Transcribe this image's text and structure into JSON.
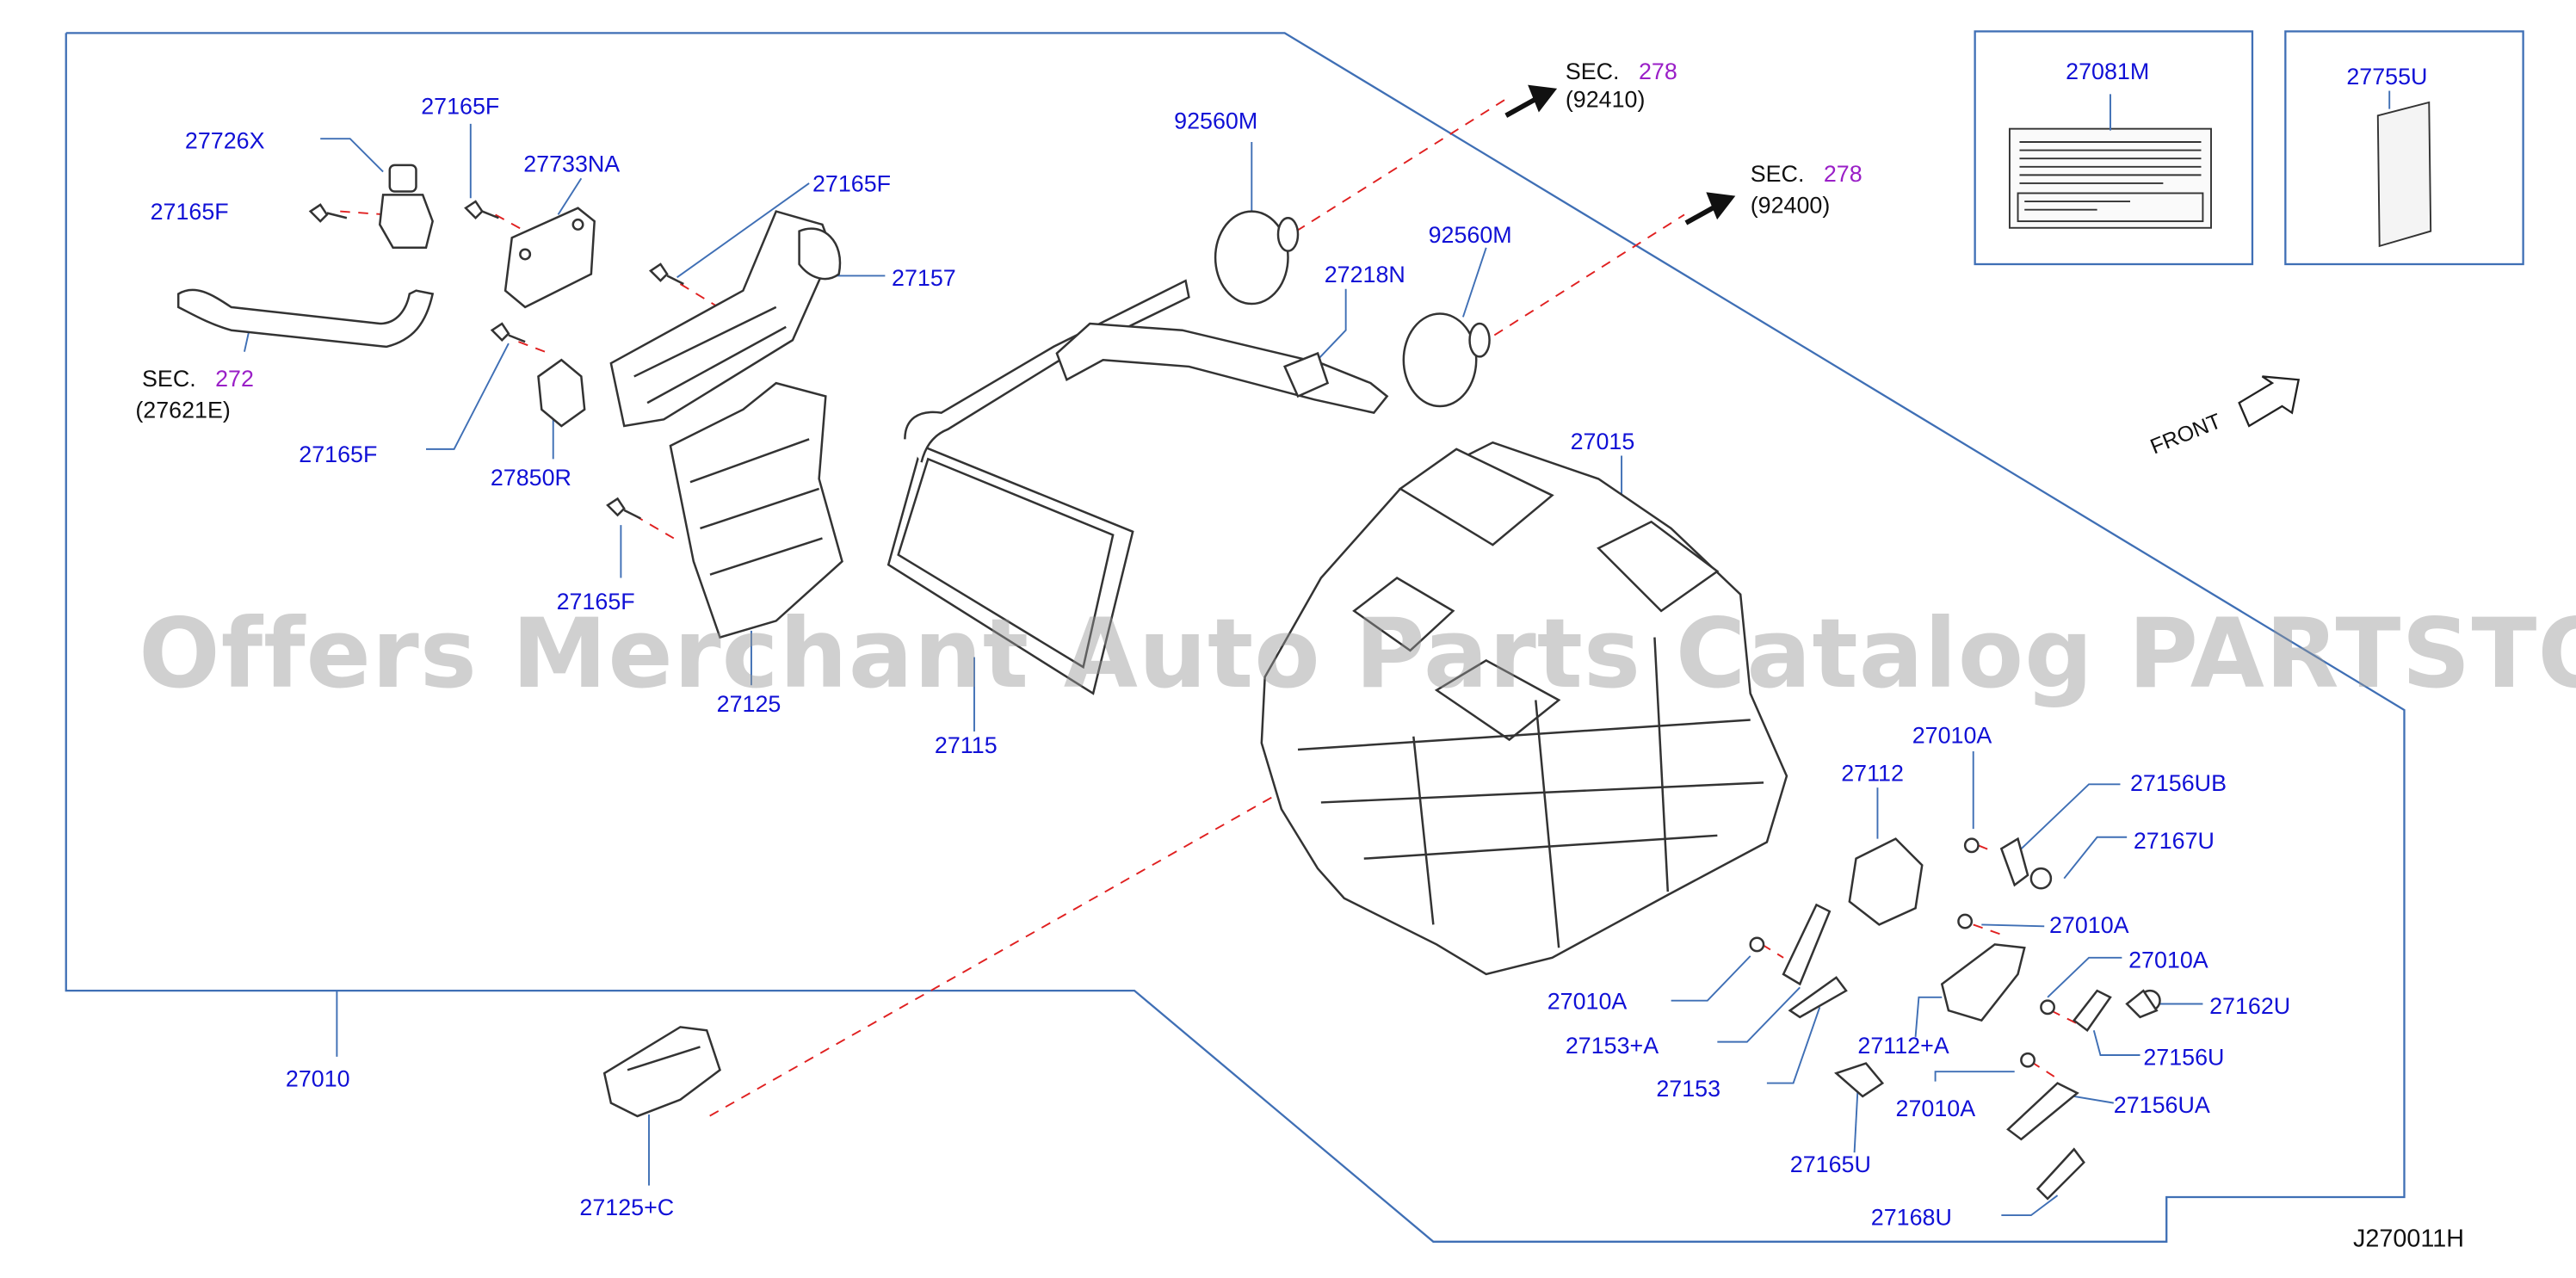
{
  "watermark": "Offers Merchant Auto Parts Catalog PARTSTORE.SA",
  "diagram_code": "J270011H",
  "front_label": "FRONT",
  "sec_refs": [
    {
      "word": "SEC.",
      "num": "278",
      "code": "(92410)"
    },
    {
      "word": "SEC.",
      "num": "278",
      "code": "(92400)"
    },
    {
      "word": "SEC.",
      "num": "272",
      "code": "(27621E)"
    }
  ],
  "parts": [
    {
      "label": "27726X"
    },
    {
      "label": "27165F"
    },
    {
      "label": "27165F"
    },
    {
      "label": "27733NA"
    },
    {
      "label": "27165F"
    },
    {
      "label": "27157"
    },
    {
      "label": "27165F"
    },
    {
      "label": "27850R"
    },
    {
      "label": "27165F"
    },
    {
      "label": "27125"
    },
    {
      "label": "27115"
    },
    {
      "label": "92560M"
    },
    {
      "label": "27218N"
    },
    {
      "label": "92560M"
    },
    {
      "label": "27015"
    },
    {
      "label": "27081M"
    },
    {
      "label": "27755U"
    },
    {
      "label": "27010"
    },
    {
      "label": "27125+C"
    },
    {
      "label": "27010A"
    },
    {
      "label": "27112"
    },
    {
      "label": "27156UB"
    },
    {
      "label": "27167U"
    },
    {
      "label": "27010A"
    },
    {
      "label": "27010A"
    },
    {
      "label": "27010A"
    },
    {
      "label": "27153+A"
    },
    {
      "label": "27112+A"
    },
    {
      "label": "27162U"
    },
    {
      "label": "27156U"
    },
    {
      "label": "27153"
    },
    {
      "label": "27010A"
    },
    {
      "label": "27156UA"
    },
    {
      "label": "27165U"
    },
    {
      "label": "27168U"
    }
  ],
  "colors": {
    "label": "#1010d6",
    "sec_number": "#9a1fc7",
    "frame": "#3f6fb5",
    "dash": "#e02020"
  }
}
